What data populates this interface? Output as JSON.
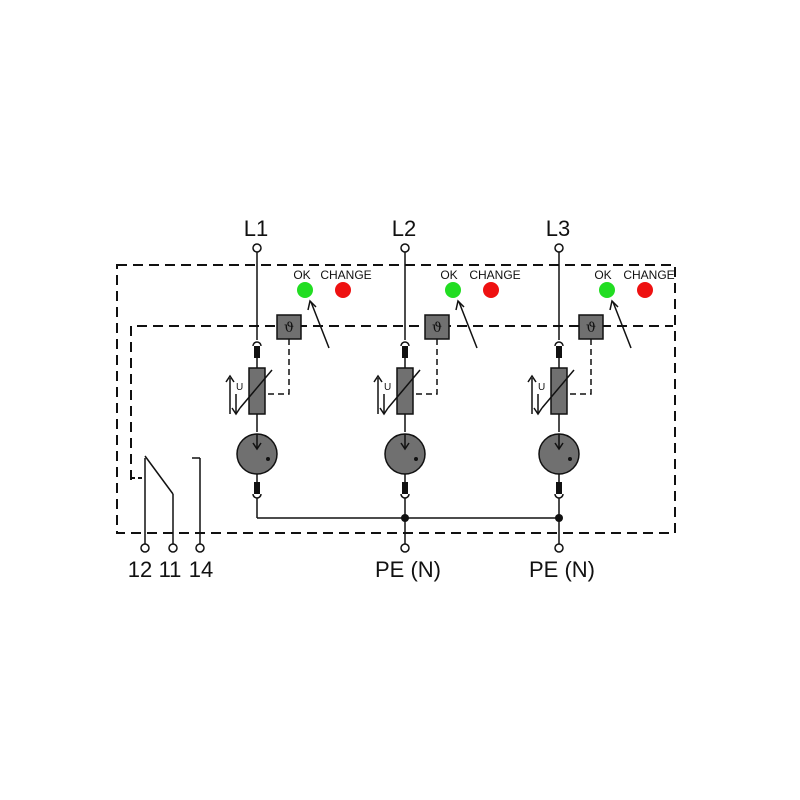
{
  "terminals": {
    "l1": "L1",
    "l2": "L2",
    "l3": "L3",
    "pe1": "PE (N)",
    "pe2": "PE (N)",
    "c12": "12",
    "c11": "11",
    "c14": "14"
  },
  "modules": [
    {
      "ok_label": "OK",
      "change_label": "CHANGE",
      "thermal_symbol": "ϑ",
      "varistor_symbol": "U"
    },
    {
      "ok_label": "OK",
      "change_label": "CHANGE",
      "thermal_symbol": "ϑ",
      "varistor_symbol": "U"
    },
    {
      "ok_label": "OK",
      "change_label": "CHANGE",
      "thermal_symbol": "ϑ",
      "varistor_symbol": "U"
    }
  ],
  "colors": {
    "ok_indicator": "#22dd22",
    "change_indicator": "#ee1111",
    "component_fill": "#707070",
    "line": "#111111"
  }
}
